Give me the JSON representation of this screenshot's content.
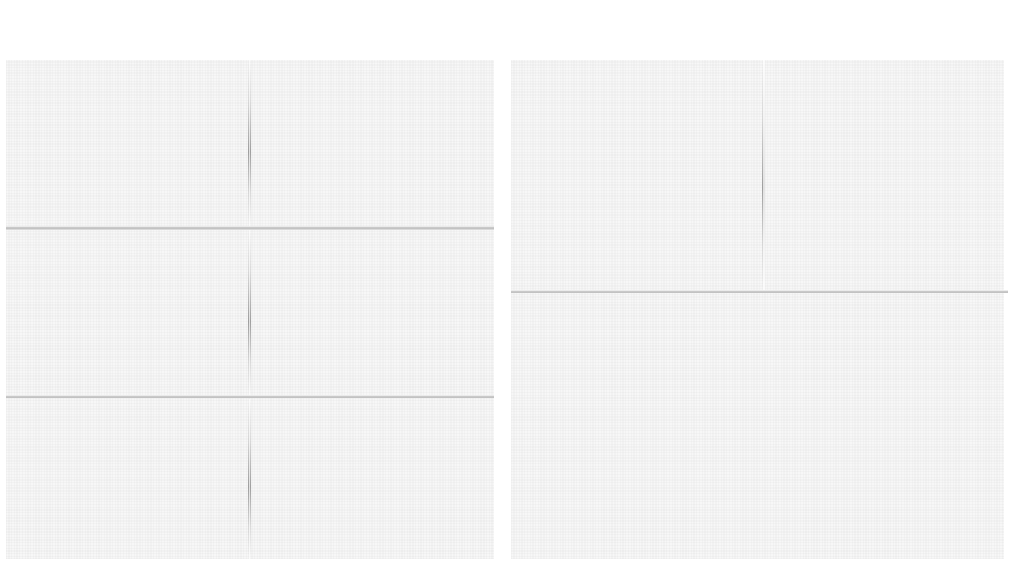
{
  "screen": {
    "background_color": "#ffffff",
    "panel_color": "#f7f7f7",
    "seam_color": "#c4c4c4"
  },
  "left_panel": {
    "layout": "grid",
    "rows": 3,
    "columns": 2,
    "tiles": [
      "",
      "",
      "",
      "",
      "",
      ""
    ]
  },
  "right_panel": {
    "layout": "two-top-one-bottom",
    "tiles": [
      "",
      "",
      ""
    ]
  }
}
